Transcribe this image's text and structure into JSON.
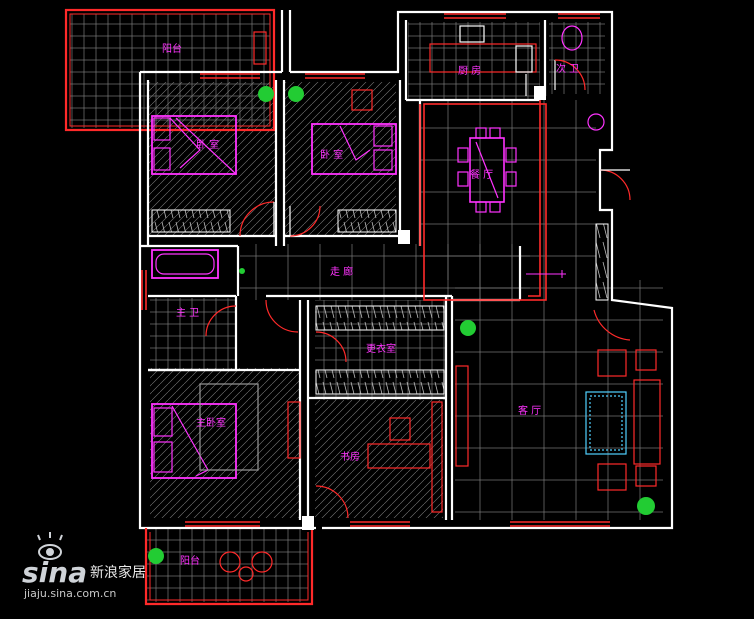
{
  "rooms": {
    "balcony_top": "阳台",
    "bedroom_1": "卧  室",
    "bedroom_2": "卧  室",
    "kitchen": "厨  房",
    "bathroom_small": "次  卫",
    "dining": "餐  厅",
    "corridor": "走    廊",
    "bathroom_main": "主  卫",
    "walk_in_closet": "更衣室",
    "master_bedroom": "主卧室",
    "study": "书房",
    "living_room": "客  厅",
    "balcony_bottom": "阳台"
  },
  "watermark": {
    "logo": "sina",
    "brand": "新浪家居",
    "url": "jiaju.sina.com.cn"
  },
  "colors": {
    "background": "#000000",
    "wall": "#ffffff",
    "wall_accent": "#ff2a2a",
    "furniture": "#ff33ff",
    "grid": "#9a9a9a",
    "plant": "#22cc33"
  }
}
